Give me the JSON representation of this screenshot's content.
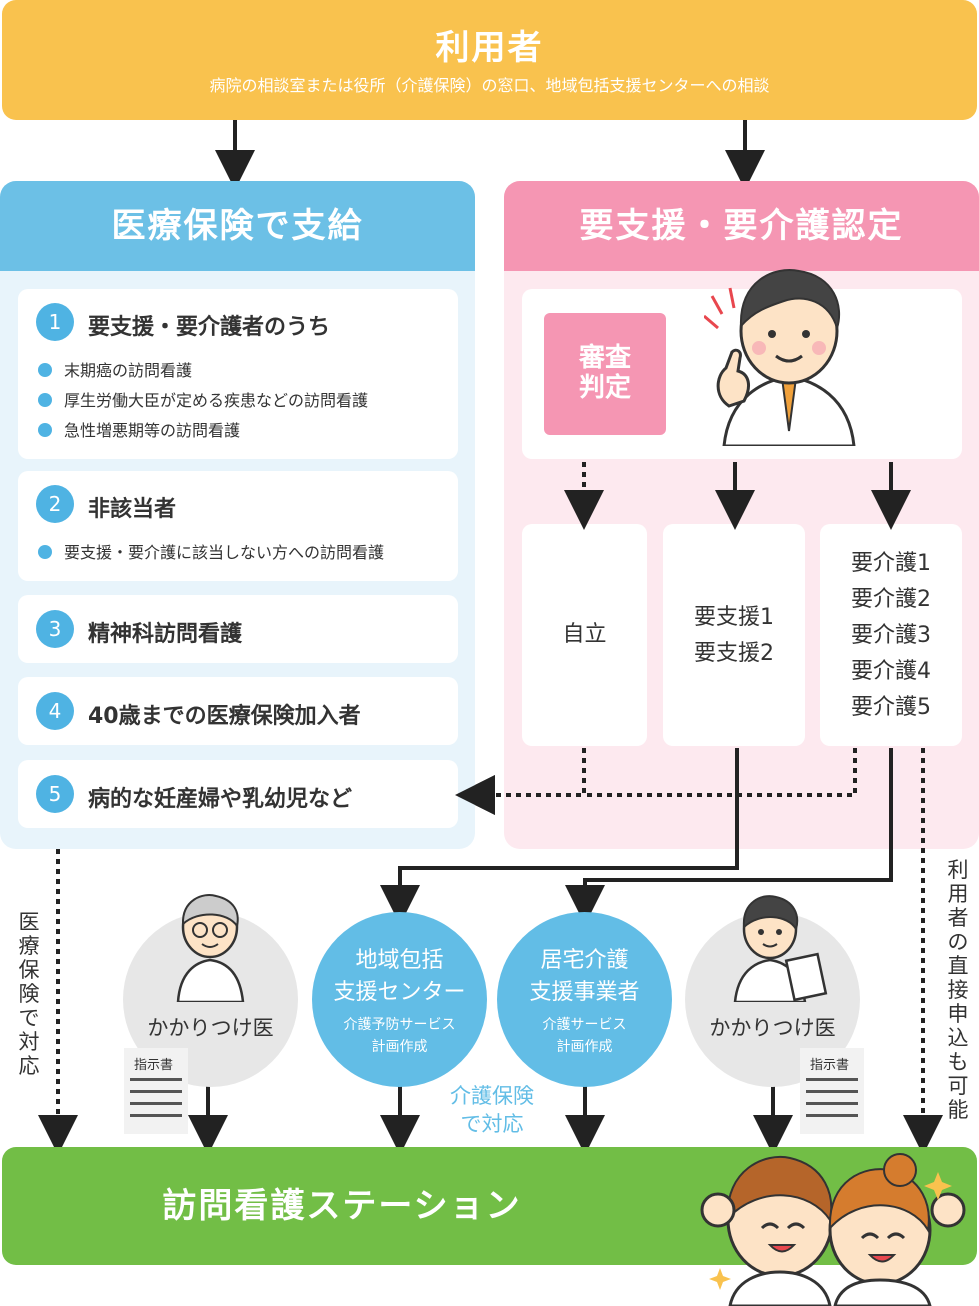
{
  "top": {
    "title": "利用者",
    "subtitle": "病院の相談室または役所（介護保険）の窓口、地域包括支援センターへの相談"
  },
  "left": {
    "title": "医療保険で支給",
    "items": [
      {
        "num": "1",
        "title": "要支援・要介護者のうち",
        "bullets": [
          "末期癌の訪問看護",
          "厚生労働大臣が定める疾患などの訪問看護",
          "急性増悪期等の訪問看護"
        ]
      },
      {
        "num": "2",
        "title": "非該当者",
        "bullets": [
          "要支援・要介護に該当しない方への訪問看護"
        ]
      },
      {
        "num": "3",
        "title": "精神科訪問看護",
        "bullets": []
      },
      {
        "num": "4",
        "title": "40歳までの医療保険加入者",
        "bullets": []
      },
      {
        "num": "5",
        "title": "病的な妊産婦や乳幼児など",
        "bullets": []
      }
    ]
  },
  "right": {
    "title": "要支援・要介護認定",
    "badge_line1": "審査",
    "badge_line2": "判定",
    "result_independent": "自立",
    "result_support": [
      "要支援1",
      "要支援2"
    ],
    "result_care": [
      "要介護1",
      "要介護2",
      "要介護3",
      "要介護4",
      "要介護5"
    ]
  },
  "middle": {
    "left_vertical": "医療保険で対応",
    "right_vertical": "利用者の直接申込も可能",
    "doctor_left": "かかりつけ医",
    "doctor_right": "かかりつけ医",
    "instruction_left": "指示書",
    "instruction_right": "指示書",
    "center1_line1": "地域包括",
    "center1_line2": "支援センター",
    "center1_sub1": "介護予防サービス",
    "center1_sub2": "計画作成",
    "center2_line1": "居宅介護",
    "center2_line2": "支援事業者",
    "center2_sub1": "介護サービス",
    "center2_sub2": "計画作成",
    "care_insurance_line1": "介護保険",
    "care_insurance_line2": "で対応"
  },
  "bottom": {
    "title": "訪問看護ステーション"
  },
  "colors": {
    "yellow": "#f9c24e",
    "blue": "#6cc0e6",
    "pink": "#f596b3",
    "green": "#72be46"
  }
}
